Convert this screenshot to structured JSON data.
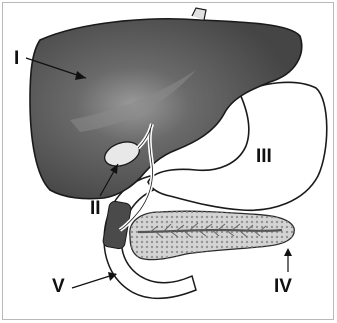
{
  "figure": {
    "labels": [
      {
        "id": "I",
        "text": "I",
        "structure": "liver"
      },
      {
        "id": "II",
        "text": "II",
        "structure": "gallbladder"
      },
      {
        "id": "III",
        "text": "III",
        "structure": "stomach"
      },
      {
        "id": "IV",
        "text": "IV",
        "structure": "pancreas"
      },
      {
        "id": "V",
        "text": "V",
        "structure": "duodenum"
      }
    ]
  },
  "colors": {
    "liver": "#585858",
    "liver_highlight": "#8a8a8a",
    "stomach": "#ffffff",
    "pancreas": "#d4d4d4",
    "outline": "#1a1a1a",
    "duct": "#666666"
  }
}
